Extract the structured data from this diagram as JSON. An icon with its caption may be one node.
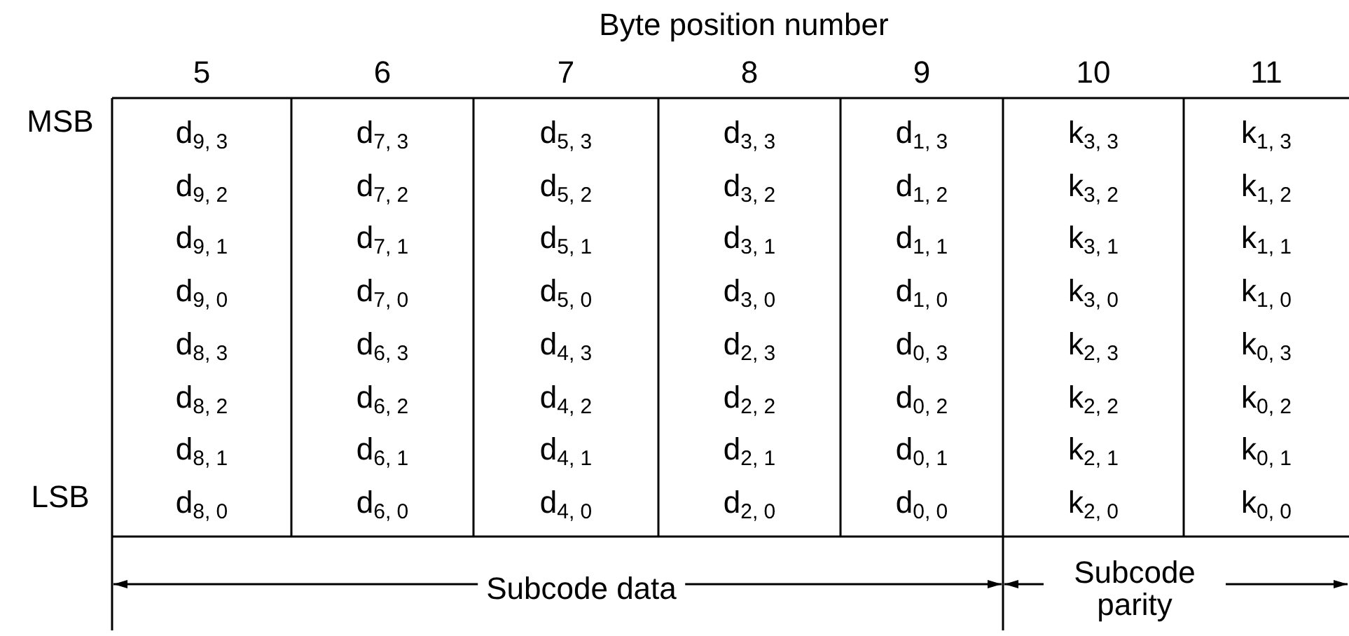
{
  "diagram": {
    "title": "Byte position number",
    "labels": [
      "5",
      "6",
      "7",
      "8",
      "9",
      "10",
      "11",
      "MSB",
      "LSB",
      "d$_{9, 3}$",
      "d$_{7, 3}$",
      "d$_{5, 3}$",
      "d$_{3, 3}$",
      "d$_{1, 3}$",
      "k$_{3, 3}$",
      "k$_{1, 3}$",
      "d$_{9, 2}$",
      "d$_{7, 2}$",
      "d$_{5, 2}$",
      "d$_{3, 2}$",
      "d$_{1, 2}$",
      "k$_{3, 2}$",
      "k$_{1, 2}$",
      "d$_{9, 1}$",
      "d$_{7, 1}$",
      "d$_{5, 1}$",
      "d$_{3, 1}$",
      "d$_{1, 1}$",
      "k$_{3, 1}$",
      "k$_{1, 1}$",
      "d$_{9, 0}$",
      "d$_{7, 0}$",
      "d$_{5, 0}$",
      "d$_{3, 0}$",
      "d$_{1, 0}$",
      "k$_{3, 0}$",
      "k$_{1, 0}$",
      "d$_{8, 3}$",
      "d$_{6, 3}$",
      "d$_{4, 3}$",
      "d$_{2, 3}$",
      "d$_{0, 3}$",
      "k$_{2, 3}$",
      "k$_{0, 3}$",
      "d$_{8, 2}$",
      "d$_{6, 2}$",
      "d$_{4, 2}$",
      "d$_{2, 2}$",
      "d$_{0, 2}$",
      "k$_{2, 2}$",
      "k$_{0, 2}$",
      "d$_{8, 1}$",
      "d$_{6, 1}$",
      "d$_{4, 1}$",
      "d$_{2, 1}$",
      "d$_{0, 1}$",
      "k$_{2, 1}$",
      "k$_{0, 1}$",
      "d$_{8, 0}$",
      "d$_{6, 0}$",
      "d$_{4, 0}$",
      "d$_{2, 0}$",
      "d$_{0, 0}$",
      "k$_{2, 0}$",
      "k$_{0, 0}$",
      "Subcode data",
      "Subcode parity"
    ]
  }
}
